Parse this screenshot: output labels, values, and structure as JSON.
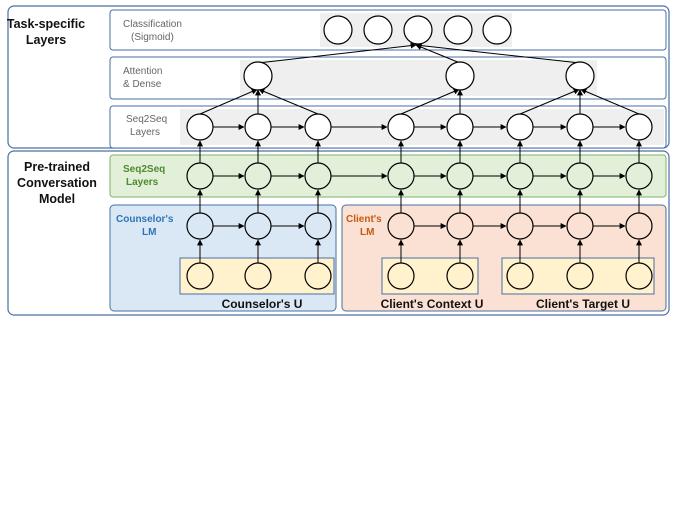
{
  "task_section": {
    "title_line1": "Task-specific",
    "title_line2": "Layers"
  },
  "pretrained_section": {
    "title_line1": "Pre-trained",
    "title_line2": "Conversation",
    "title_line3": "Model"
  },
  "classification_layer": {
    "label_line1": "Classification",
    "label_line2": "(Sigmoid)"
  },
  "attention_layer": {
    "label_line1": "Attention",
    "label_line2": "& Dense"
  },
  "task_seq2seq_layer": {
    "label_line1": "Seq2Seq",
    "label_line2": "Layers"
  },
  "pretrained_seq2seq_layer": {
    "label_line1": "Seq2Seq",
    "label_line2": "Layers"
  },
  "counselor_lm": {
    "label_line1": "Counselor's",
    "label_line2": "LM"
  },
  "client_lm": {
    "label_line1": "Client's",
    "label_line2": "LM"
  },
  "utterances": {
    "counselor": "Counselor's U",
    "client_context": "Client's Context U",
    "client_target": "Client's Target U"
  },
  "colors": {
    "border": "#4a6fa5",
    "seq2seq_green": "#e2efd9",
    "seq2seq_green_border": "#82b366",
    "seq2seq_text": "#4e8a2e",
    "counselor_blue": "#dae8f5",
    "counselor_text": "#2e75b6",
    "client_orange": "#fbe1d4",
    "client_text": "#c55a11",
    "utterance_yellow": "#fff2cc",
    "grey_band": "#efefef"
  }
}
